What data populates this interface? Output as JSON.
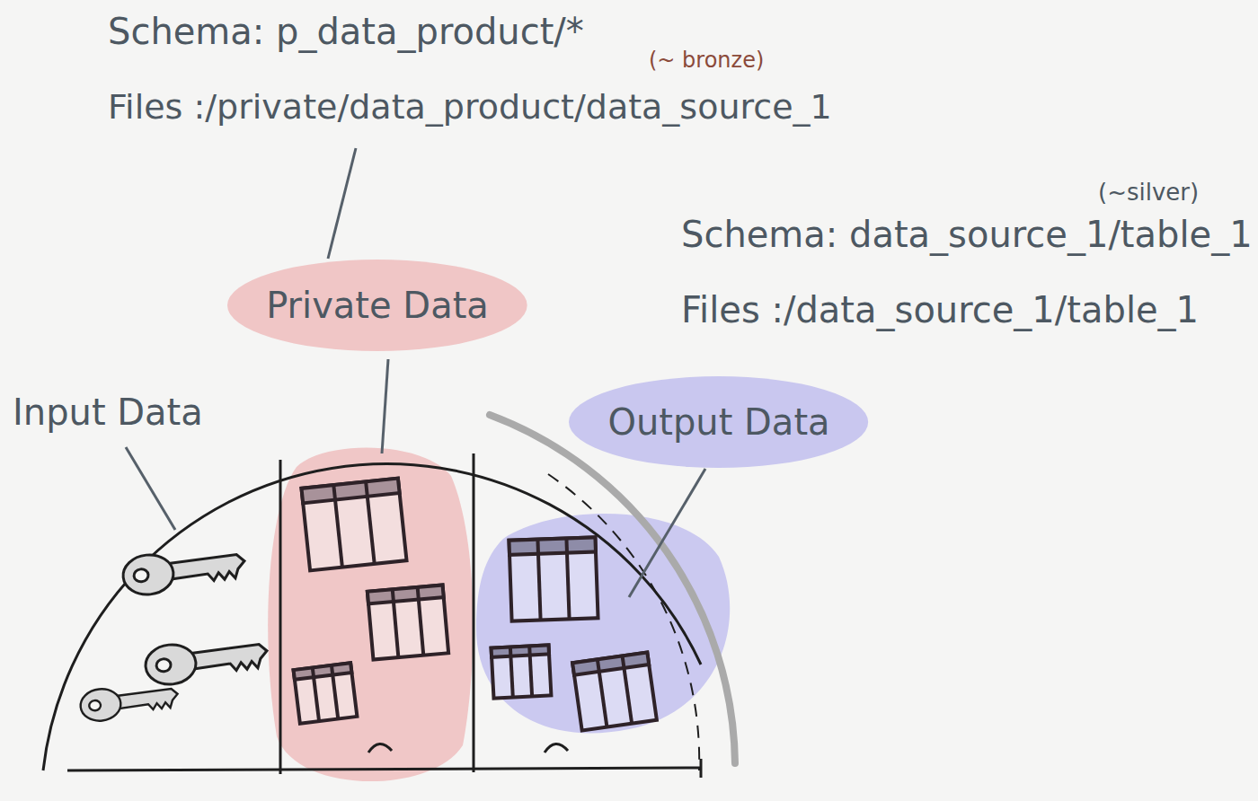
{
  "diagram": {
    "nodes": [
      {
        "text": [
          "Private Data"
        ]
      },
      {
        "text": [
          "Output Data"
        ]
      }
    ],
    "labels": [
      "Schema: p_data_product/*",
      "(~ bronze)",
      "Files :/private/data_product/data_source_1",
      "(~silver)",
      "Schema: data_source_1/table_1",
      "Files :/data_source_1/table_1",
      "Input Data"
    ]
  }
}
